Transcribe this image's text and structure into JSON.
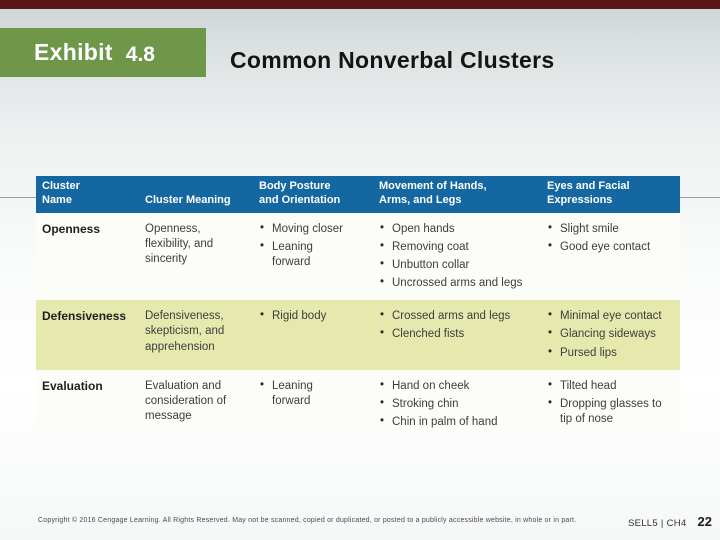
{
  "page": {
    "top_bar_color": "#5a1715"
  },
  "header": {
    "exhibit_label": "Exhibit",
    "exhibit_number": "4.8",
    "title": "Common Nonverbal Clusters",
    "exhibit_box_color": "#6e9749"
  },
  "table": {
    "header_bg_color": "#1567a2",
    "highlight_row_color": "#e6e9ad",
    "columns": [
      "Cluster Name",
      "Cluster Meaning",
      "Body Posture and Orientation",
      "Movement of Hands, Arms, and Legs",
      "Eyes and Facial Expressions"
    ],
    "rows": [
      {
        "name": "Openness",
        "meaning": "Openness, flexibility, and sincerity",
        "body_posture": [
          "Moving closer",
          "Leaning forward"
        ],
        "movement": [
          "Open hands",
          "Removing coat",
          "Unbutton collar",
          "Uncrossed arms and legs"
        ],
        "eyes_facial": [
          "Slight smile",
          "Good eye contact"
        ]
      },
      {
        "name": "Defensiveness",
        "meaning": "Defensiveness, skepticism, and apprehension",
        "body_posture": [
          "Rigid body"
        ],
        "movement": [
          "Crossed arms and legs",
          "Clenched fists"
        ],
        "eyes_facial": [
          "Minimal eye contact",
          "Glancing sideways",
          "Pursed lips"
        ]
      },
      {
        "name": "Evaluation",
        "meaning": "Evaluation and consideration of message",
        "body_posture": [
          "Leaning forward"
        ],
        "movement": [
          "Hand on cheek",
          "Stroking chin",
          "Chin in palm of hand"
        ],
        "eyes_facial": [
          "Tilted head",
          "Dropping glasses to tip of nose"
        ]
      }
    ]
  },
  "footer": {
    "copyright": "Copyright © 2016 Cengage Learning. All Rights Reserved. May not be scanned, copied or duplicated, or posted to a publicly accessible website, in whole or in part.",
    "course_code": "SELL5 | CH4",
    "page_number": "22"
  }
}
